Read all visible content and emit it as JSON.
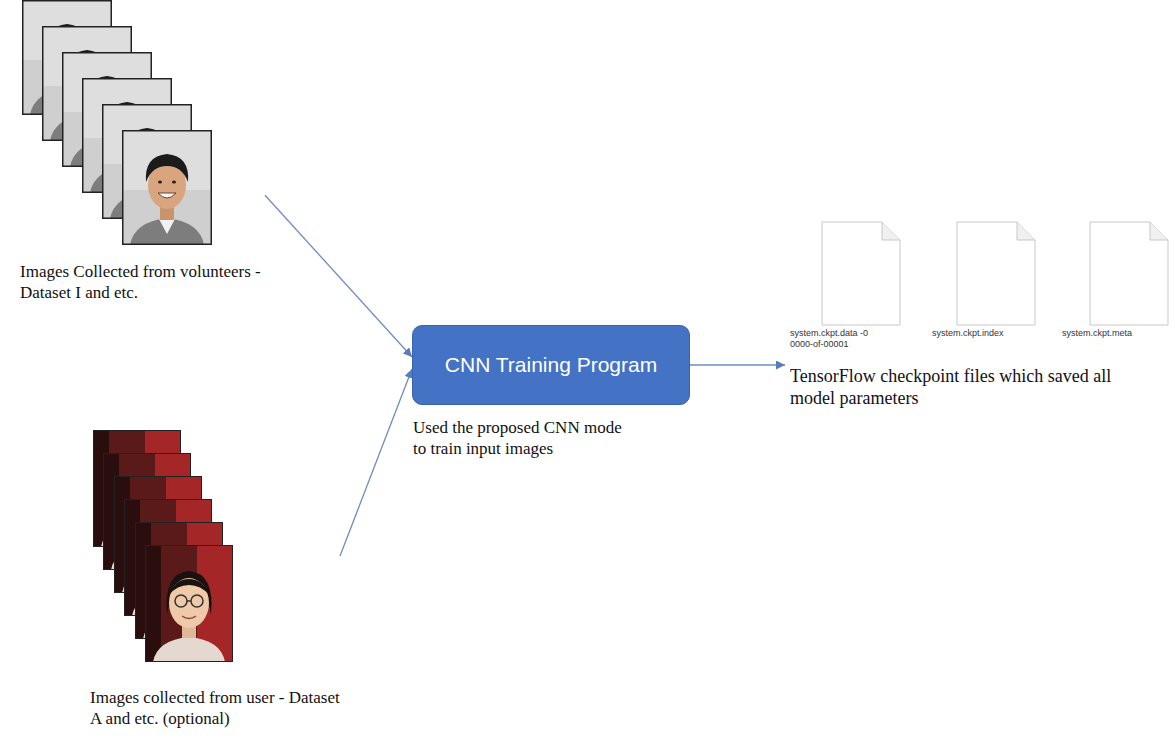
{
  "diagram": {
    "nodes": [
      {
        "text": [
          "Images Collected from volunteers - Dataset I and etc."
        ]
      },
      {
        "text": [
          "Images collected from user - Dataset A and etc. (optional)"
        ]
      },
      {
        "text": [
          "CNN Training Program",
          "Used the proposed CNN mode to train input images"
        ]
      },
      {
        "text": [
          "system.ckpt.data -00000-of-00001"
        ]
      },
      {
        "text": [
          "system.ckpt.index"
        ]
      },
      {
        "text": [
          "system.ckpt.meta"
        ]
      }
    ],
    "edges": [
      {
        "from": 0,
        "to": 2,
        "arrow": "to"
      },
      {
        "from": 1,
        "to": 2,
        "arrow": "to"
      },
      {
        "from": 2,
        "to": 3,
        "arrow": "to"
      }
    ],
    "labels": [
      "TensorFlow checkpoint files which saved all model parameters"
    ]
  }
}
